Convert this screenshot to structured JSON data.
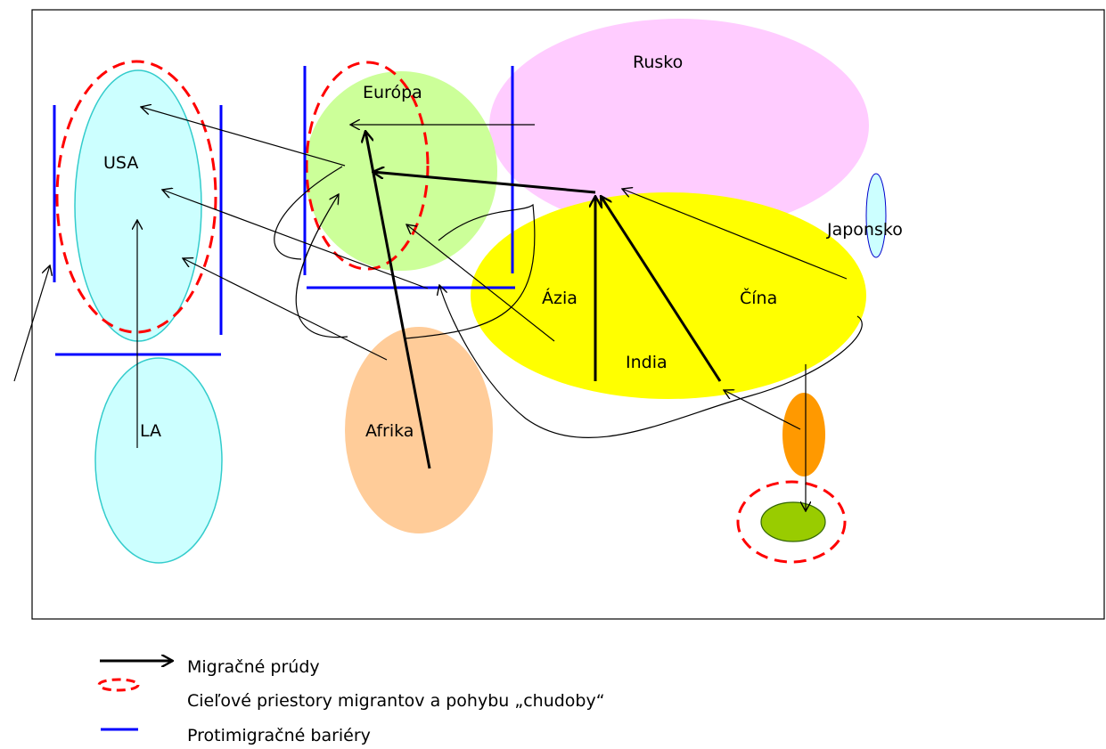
{
  "regions": {
    "usa": "USA",
    "la": "LA",
    "europe": "Európa",
    "russia": "Rusko",
    "asia": "Ázia",
    "china": "Čína",
    "india": "India",
    "japan": "Japonsko",
    "africa": "Afrika"
  },
  "legend": {
    "flows": "Migračné prúdy",
    "targets": "Cieľové priestory migrantov a pohybu „chudoby“",
    "barriers": "Protimigračné bariéry"
  },
  "colors": {
    "usa_fill": "#ccffff",
    "usa_stroke": "#33cccc",
    "europe_fill": "#ccff99",
    "russia_fill": "#ffccff",
    "asia_fill": "#ffff00",
    "africa_fill": "#ffcc99",
    "orange_fill": "#ff9900",
    "green_fill": "#99cc00",
    "target_dash": "#ff0000",
    "barrier": "#0000ff",
    "arrow": "#000000"
  }
}
